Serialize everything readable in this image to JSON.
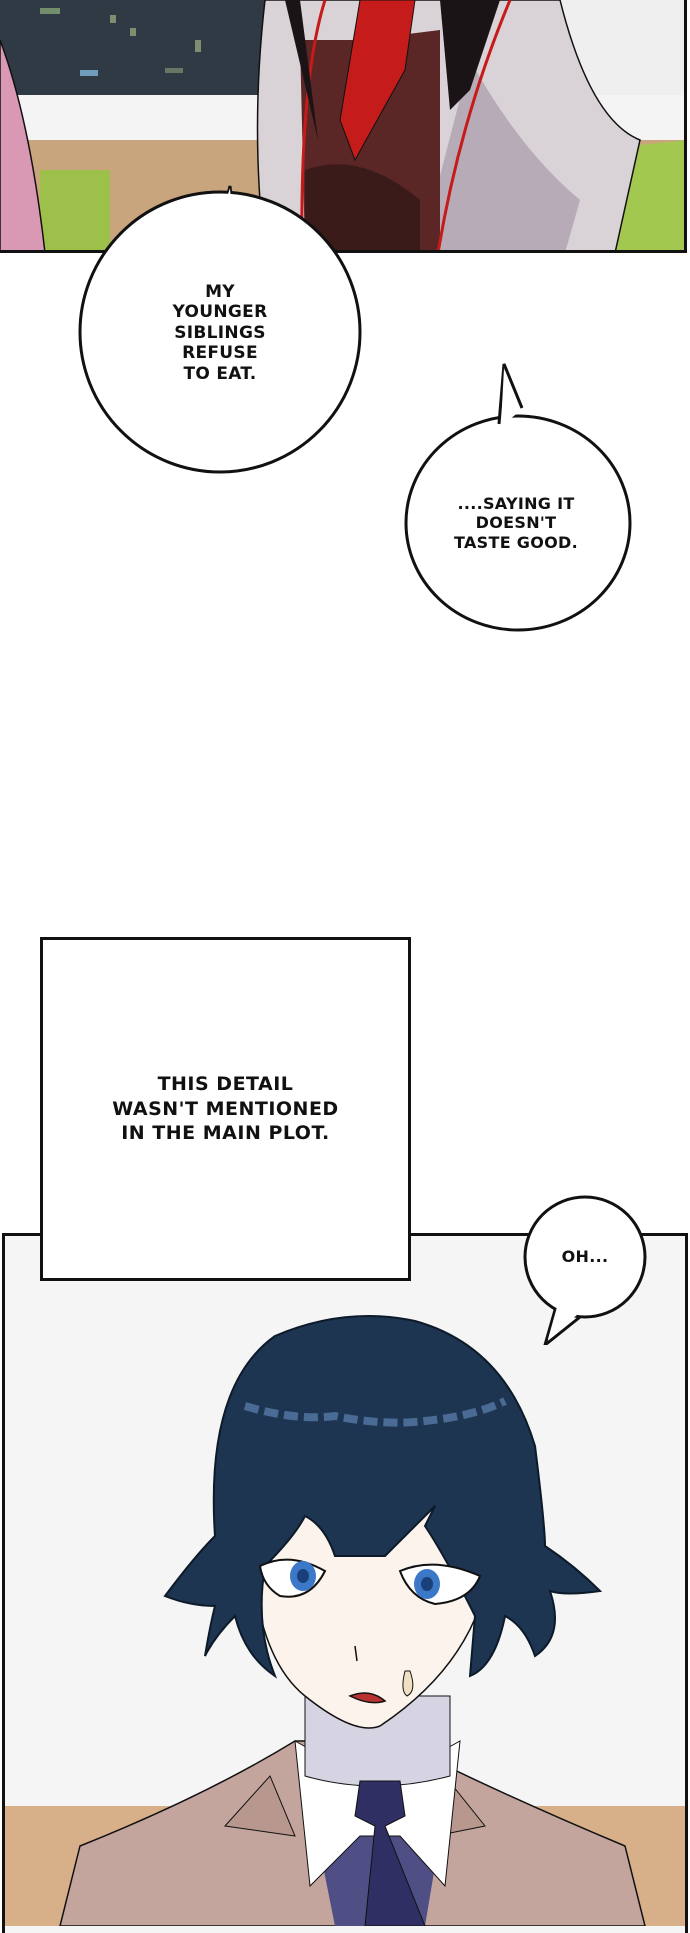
{
  "page": {
    "type": "webtoon-strip",
    "background": "#ffffff"
  },
  "panels": [
    {
      "id": "top",
      "description": "Close-up of a character in a light grey blazer with red tie and red-trimmed lapels, dark hair strands; blurred classroom background with a board, pink shoulder at left, green chair backs",
      "colors": {
        "blazer": "#d9d2d6",
        "blazer_shadow": "#8a7b8c",
        "tie": "#c61b1b",
        "vest": "#5a2626",
        "hair": "#1a1416",
        "board": "#2f3a44",
        "desk": "#c9a57d",
        "chair": "#9cc04a",
        "pink": "#d998b4"
      }
    },
    {
      "id": "bottom",
      "description": "Boy with dark navy-blue hair and blue eyes, sweat drop on cheek, mouth slightly open; wearing beige blazer, navy vest and tie, white shirt",
      "colors": {
        "hair": "#1d3550",
        "hair_highlight": "#4a6b96",
        "eyes": "#3b78c8",
        "skin": "#fbf3ec",
        "blazer": "#c4a59d",
        "vest": "#4f4f85",
        "tie": "#2f2f63",
        "shirt": "#ffffff",
        "wall": "#f6f5f5",
        "floor": "#d7b08a"
      }
    }
  ],
  "bubbles": [
    {
      "id": "speech-1",
      "text": "MY\nYOUNGER\nSIBLINGS\nREFUSE\nTO EAT."
    },
    {
      "id": "speech-2",
      "text": "....SAYING IT\nDOESN'T\nTASTE GOOD."
    },
    {
      "id": "speech-3",
      "text": "OH..."
    }
  ],
  "caption": {
    "text": "THIS DETAIL\nWASN'T MENTIONED\nIN THE MAIN PLOT."
  }
}
